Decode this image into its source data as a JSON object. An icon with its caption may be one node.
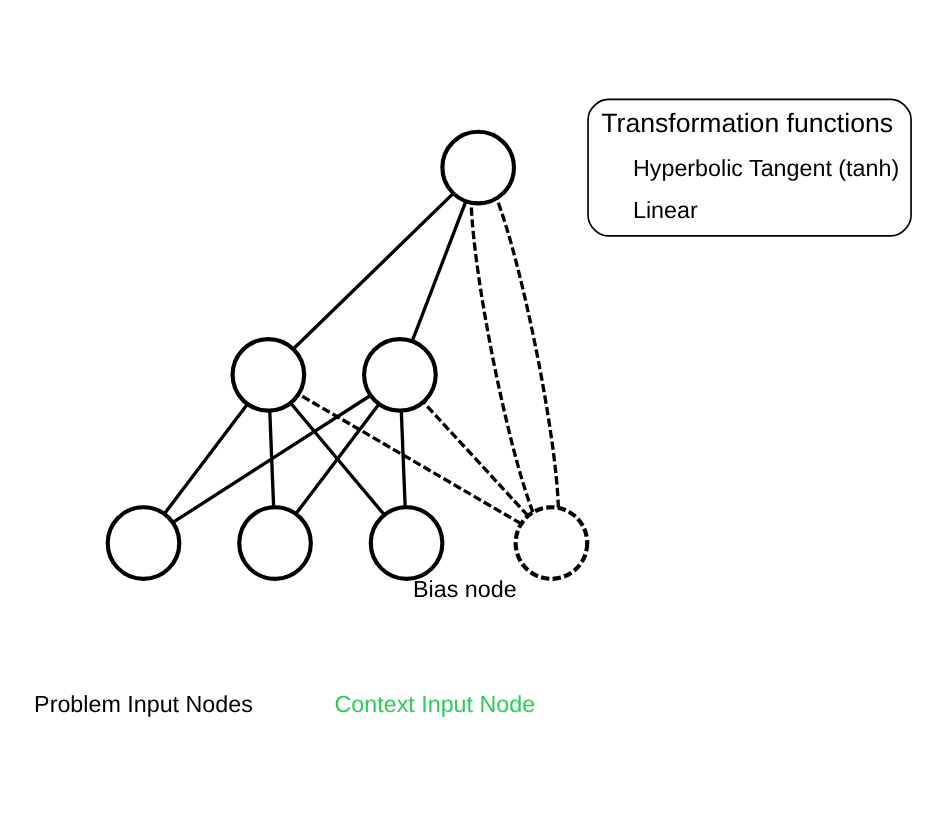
{
  "diagram": {
    "nodes": [
      {
        "text": [],
        "shape": "circle"
      },
      {
        "text": [],
        "shape": "circle"
      },
      {
        "text": [],
        "shape": "circle"
      },
      {
        "text": [],
        "shape": "circle"
      },
      {
        "text": [],
        "shape": "circle"
      },
      {
        "text": [],
        "shape": "circle"
      },
      {
        "text": [],
        "shape": "circle",
        "beside": [
          "Bias node"
        ]
      }
    ],
    "edges": [
      {
        "from": 1,
        "to": 0,
        "arrow": "none"
      },
      {
        "from": 2,
        "to": 0,
        "arrow": "none"
      },
      {
        "from": 3,
        "to": 1,
        "arrow": "none"
      },
      {
        "from": 3,
        "to": 2,
        "arrow": "none"
      },
      {
        "from": 4,
        "to": 1,
        "arrow": "none"
      },
      {
        "from": 4,
        "to": 2,
        "arrow": "none"
      },
      {
        "from": 5,
        "to": 1,
        "arrow": "none"
      },
      {
        "from": 5,
        "to": 2,
        "arrow": "none"
      },
      {
        "from": 6,
        "to": 0,
        "arrow": "none",
        "style": "dashed"
      },
      {
        "from": 6,
        "to": 0,
        "arrow": "none",
        "style": "dashed"
      },
      {
        "from": 6,
        "to": 1,
        "arrow": "none",
        "style": "dashed"
      },
      {
        "from": 6,
        "to": 2,
        "arrow": "none",
        "style": "dashed"
      }
    ],
    "labels": [
      "Transformation functions",
      "Problem Input Nodes",
      "Context Input Node"
    ],
    "legend": [
      {
        "text": "Hyperbolic Tangent (tanh)"
      },
      {
        "text": "Linear"
      }
    ]
  }
}
